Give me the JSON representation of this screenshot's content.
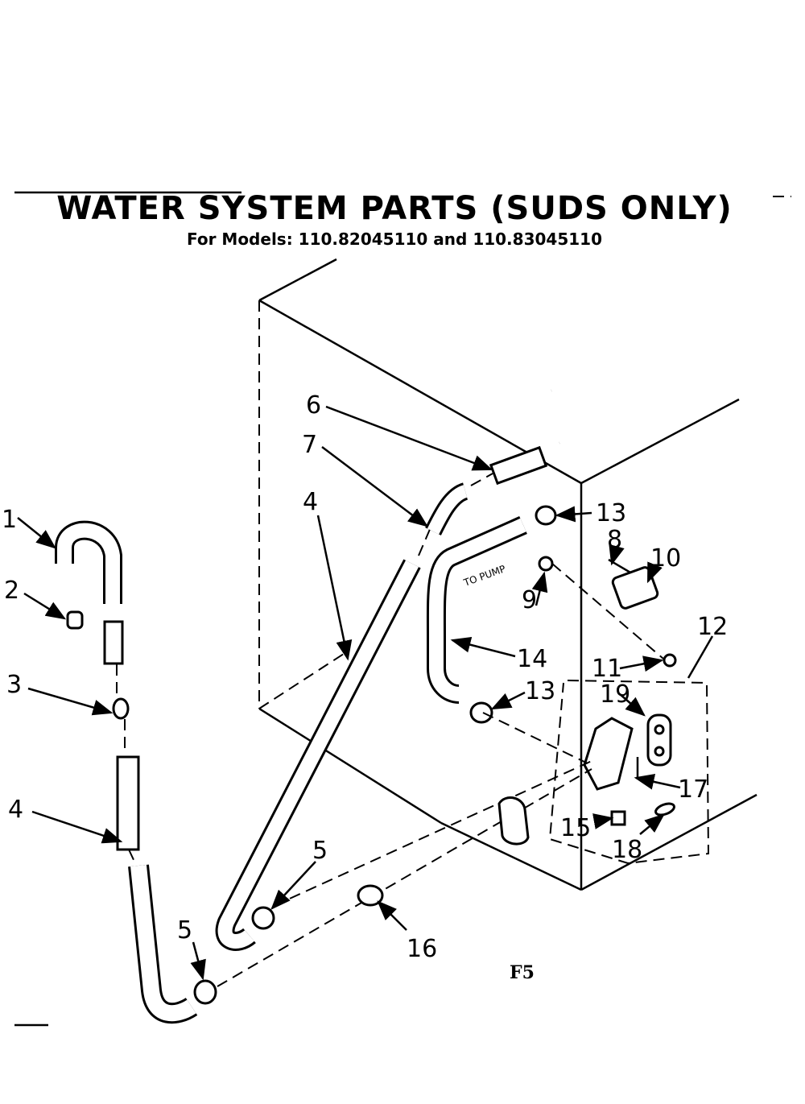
{
  "header": {
    "title": "WATER SYSTEM PARTS (SUDS ONLY)",
    "subtitle": "For Models: 110.82045110 and 110.83045110"
  },
  "diagram": {
    "pump_label": "TO PUMP",
    "figure_code": "F5",
    "callouts": {
      "c1": "1",
      "c2": "2",
      "c3": "3",
      "c4a": "4",
      "c4b": "4",
      "c5a": "5",
      "c5b": "5",
      "c6": "6",
      "c7": "7",
      "c8": "8",
      "c9": "9",
      "c10": "10",
      "c11": "11",
      "c12": "12",
      "c13a": "13",
      "c13b": "13",
      "c14": "14",
      "c15": "15",
      "c16": "16",
      "c17": "17",
      "c18": "18",
      "c19": "19"
    }
  }
}
